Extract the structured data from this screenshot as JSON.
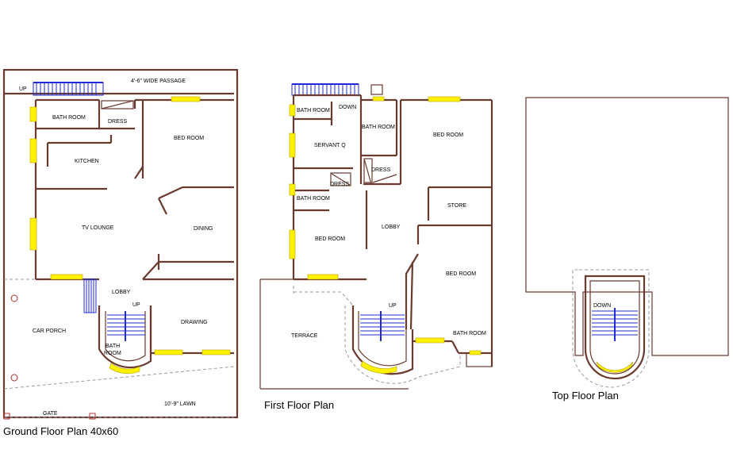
{
  "ground": {
    "title": "Ground Floor Plan 40x60",
    "passage": "4'-6\" WIDE PASSAGE",
    "up_top": "UP",
    "bath_room": "BATH ROOM",
    "dress": "DRESS",
    "bed_room": "BED ROOM",
    "kitchen": "KITCHEN",
    "tv_lounge": "TV LOUNGE",
    "dining": "DINING",
    "lobby": "LOBBY",
    "car_porch": "CAR PORCH",
    "up_stair": "UP",
    "bath": "BATH",
    "room": "ROOM",
    "drawing": "DRAWING",
    "gate": "GATE",
    "lawn": "10'-9\" LAWN"
  },
  "first": {
    "title": "First Floor Plan",
    "bath_room_1": "BATH ROOM",
    "down": "DOWN",
    "bath_room_2": "BATH ROOM",
    "bed_room_1": "BED ROOM",
    "servant": "SERVANT Q",
    "dress_1": "DRESS",
    "dress_2": "DRESS",
    "bath_room_3": "BATH ROOM",
    "store": "STORE",
    "lobby": "LOBBY",
    "bed_room_2": "BED ROOM",
    "bed_room_3": "BED ROOM",
    "terrace": "TERRACE",
    "up": "UP",
    "bath_room_4": "BATH ROOM"
  },
  "top": {
    "title": "Top Floor Plan",
    "down": "DOWN"
  },
  "colors": {
    "wall": "#6b3a2f",
    "window": "#fff200",
    "stair": "#1f2bd6"
  }
}
